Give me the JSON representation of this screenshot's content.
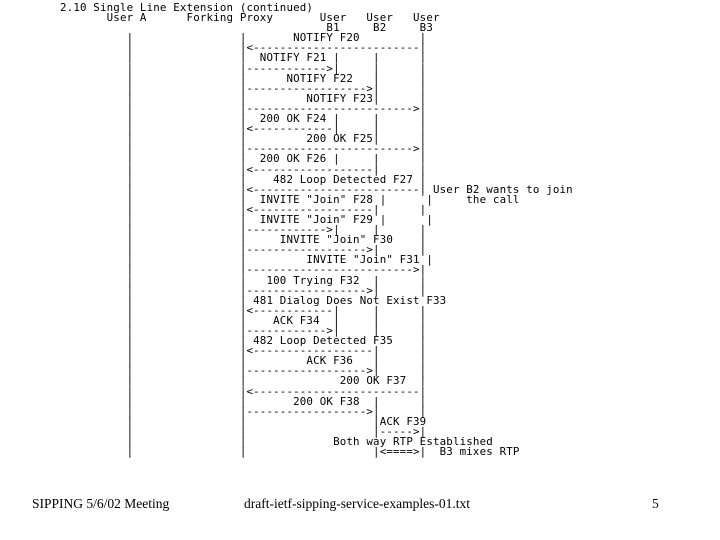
{
  "diagram": {
    "lines": [
      "2.10 Single Line Extension (continued)",
      "       User A      Forking Proxy       User   User   User",
      "                                        B1     B2     B3",
      "          |                |       NOTIFY F20         |",
      "          |                |<-------------------------|",
      "          |                |  NOTIFY F21 |     |      |",
      "          |                |------------>|     |      |",
      "          |                |      NOTIFY F22   |      |",
      "          |                |------------------>|      |",
      "          |                |         NOTIFY F23|      |",
      "          |                |------------------------->|",
      "          |                |  200 OK F24 |     |      |",
      "          |                |<------------|     |      |",
      "          |                |         200 OK F25|      |",
      "          |                |------------------------->|",
      "          |                |  200 OK F26 |     |      |",
      "          |                |<------------------|      |",
      "          |                |    482 Loop Detected F27 |",
      "          |                |<-------------------------| User B2 wants to join",
      "          |                |  INVITE \"Join\" F28 |      |     the call",
      "          |                |<------------------|      |",
      "          |                |  INVITE \"Join\" F29 |      |",
      "          |                |------------>|     |      |",
      "          |                |     INVITE \"Join\" F30    |",
      "          |                |------------------>|      |",
      "          |                |         INVITE \"Join\" F31 |",
      "          |                |------------------------->|",
      "          |                |   100 Trying F32  |      |",
      "          |                |------------------>|      |",
      "          |                | 481 Dialog Does Not Exist F33",
      "          |                |<------------|     |      |",
      "          |                |    ACK F34  |     |      |",
      "          |                |------------>|     |      |",
      "          |                | 482 Loop Detected F35    |",
      "          |                |<------------------|      |",
      "          |                |         ACK F36   |      |",
      "          |                |------------------>|      |",
      "          |                |              200 OK F37  |",
      "          |                |<-------------------------|",
      "          |                |       200 OK F38  |      |",
      "          |                |------------------>|      |",
      "          |                |                   |ACK F39",
      "          |                |                   |----->|",
      "          |                |             Both way RTP Established",
      "          |                |                   |<====>|  B3 mixes RTP"
    ]
  },
  "footer": {
    "left": "SIPPING 5/6/02 Meeting",
    "center": "draft-ietf-sipping-service-examples-01.txt",
    "right": "5"
  }
}
